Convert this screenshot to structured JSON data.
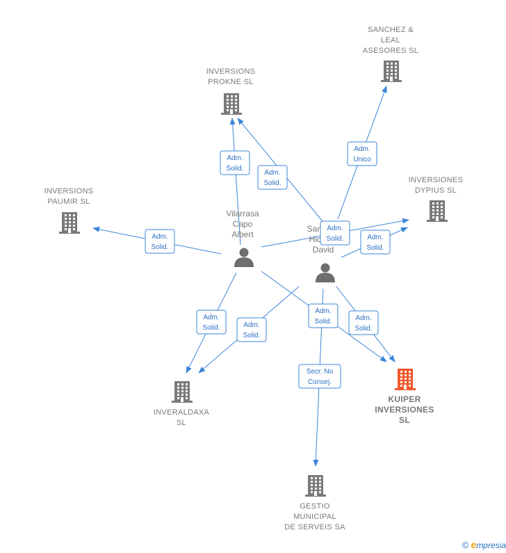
{
  "colors": {
    "edge": "#3d85d8",
    "company": "#7a7a7a",
    "highlight": "#f0572b",
    "person": "#6e6e6e"
  },
  "persons": [
    {
      "id": "p1",
      "name_lines": [
        "Vilarrasa",
        "Capo",
        "Albert"
      ]
    },
    {
      "id": "p2",
      "name_lines": [
        "Sanchez",
        "Hidalgo",
        "David"
      ]
    }
  ],
  "companies": [
    {
      "id": "c1",
      "name_lines": [
        "SANCHEZ &",
        "LEAL",
        "ASESORES  SL"
      ],
      "highlight": false
    },
    {
      "id": "c2",
      "name_lines": [
        "INVERSIONS",
        "PROKNE  SL"
      ],
      "highlight": false
    },
    {
      "id": "c3",
      "name_lines": [
        "INVERSIONS",
        "PAUMIR  SL"
      ],
      "highlight": false
    },
    {
      "id": "c4",
      "name_lines": [
        "INVERSIONES",
        "DYPIUS  SL"
      ],
      "highlight": false
    },
    {
      "id": "c5",
      "name_lines": [
        "INVERALDAXA",
        "SL"
      ],
      "highlight": false
    },
    {
      "id": "c6",
      "name_lines": [
        "KUIPER",
        "INVERSIONES",
        "SL"
      ],
      "highlight": true
    },
    {
      "id": "c7",
      "name_lines": [
        "GESTIO",
        "MUNICIPAL",
        "DE SERVEIS SA"
      ],
      "highlight": false
    }
  ],
  "edges": [
    {
      "from": "p1",
      "to": "c2",
      "label_lines": [
        "Adm.",
        "Solid."
      ]
    },
    {
      "from": "p1",
      "to": "c3",
      "label_lines": [
        "Adm.",
        "Solid."
      ]
    },
    {
      "from": "p1",
      "to": "c4",
      "label_lines": [
        "Adm.",
        "Solid."
      ]
    },
    {
      "from": "p1",
      "to": "c5",
      "label_lines": [
        "Adm.",
        "Solid."
      ]
    },
    {
      "from": "p1",
      "to": "c6",
      "label_lines": [
        "Adm.",
        "Solid."
      ]
    },
    {
      "from": "p2",
      "to": "c1",
      "label_lines": [
        "Adm.",
        "Unico"
      ]
    },
    {
      "from": "p2",
      "to": "c2",
      "label_lines": [
        "Adm.",
        "Solid."
      ]
    },
    {
      "from": "p2",
      "to": "c4",
      "label_lines": [
        "Adm.",
        "Solid."
      ]
    },
    {
      "from": "p2",
      "to": "c5",
      "label_lines": [
        "Adm.",
        "Solid."
      ]
    },
    {
      "from": "p2",
      "to": "c6",
      "label_lines": [
        "Adm.",
        "Solid."
      ]
    },
    {
      "from": "p2",
      "to": "c7",
      "label_lines": [
        "Secr.  No",
        "Consej."
      ]
    }
  ],
  "footer": {
    "copyright": "©",
    "brand_first": "e",
    "brand_rest": "mpresia"
  }
}
